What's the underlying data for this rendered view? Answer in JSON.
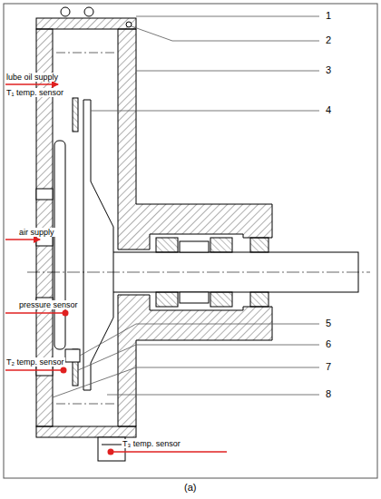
{
  "diagram": {
    "caption": "(a)",
    "labels": [
      "1",
      "2",
      "3",
      "4",
      "5",
      "6",
      "7",
      "8",
      "lube oil supply",
      "T₁ temp. sensor",
      "air supply",
      "pressure sensor",
      "T₂ temp. sensor",
      "T₃ temp. sensor"
    ]
  }
}
